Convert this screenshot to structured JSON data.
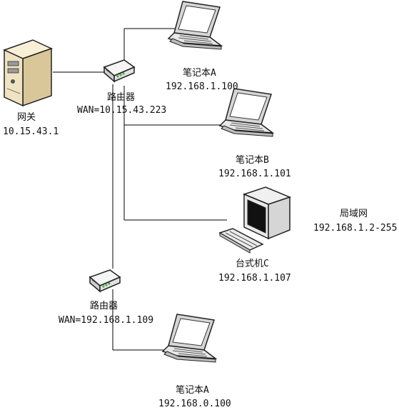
{
  "gateway": {
    "name": "网关",
    "ip": "10.15.43.1"
  },
  "router1": {
    "name": "路由器",
    "wan": "WAN=10.15.43.223"
  },
  "laptop_a": {
    "name": "笔记本A",
    "ip": "192.168.1.100"
  },
  "laptop_b": {
    "name": "笔记本B",
    "ip": "192.168.1.101"
  },
  "desktop_c": {
    "name": "台式机C",
    "ip": "192.168.1.107"
  },
  "lan": {
    "name": "局域网",
    "range": "192.168.1.2-255"
  },
  "router2": {
    "name": "路由器",
    "wan": "WAN=192.168.1.109"
  },
  "laptop_a2": {
    "name": "笔记本A",
    "ip": "192.168.0.100"
  },
  "colors": {
    "line": "#000000",
    "device_body": "#f2f2f2",
    "device_dark": "#222222",
    "led": "#4caf50",
    "server_body": "#efe3c2"
  },
  "icons": [
    "server-icon",
    "router-icon",
    "laptop-icon",
    "desktop-computer-icon"
  ]
}
